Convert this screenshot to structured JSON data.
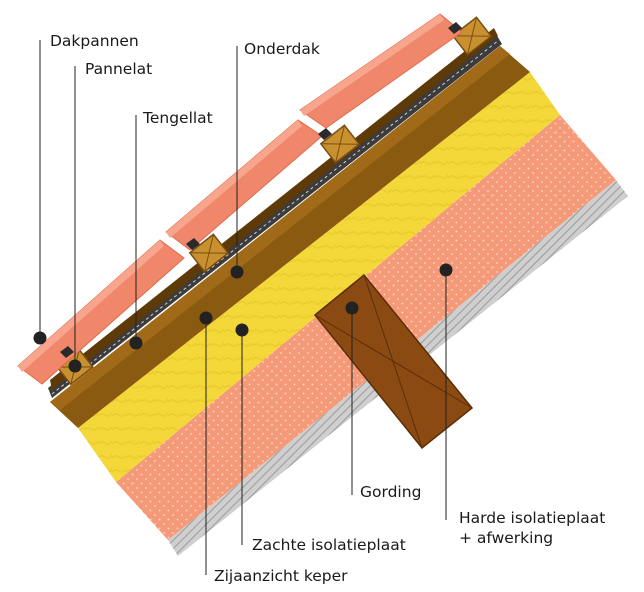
{
  "labels": {
    "dakpannen": "Dakpannen",
    "pannelat": "Pannelat",
    "tengellat": "Tengellat",
    "onderdak": "Onderdak",
    "gording": "Gording",
    "harde_line1": "Harde isolatieplaat",
    "harde_line2": "+ afwerking",
    "zachte": "Zachte isolatieplaat",
    "zijaanzicht": "Zijaanzicht keper"
  },
  "colors": {
    "tile": "#f0876a",
    "tile_dark": "#e06a4c",
    "batten": "#c8902e",
    "batten_dark": "#7a4e12",
    "rafter": "#8a5a10",
    "rafter_dark": "#5e3a08",
    "membrane": "#3c3c3c",
    "wool": "#f4d83a",
    "board": "#f59a78",
    "purlin": "#8b4a12",
    "leader": "#222222"
  }
}
